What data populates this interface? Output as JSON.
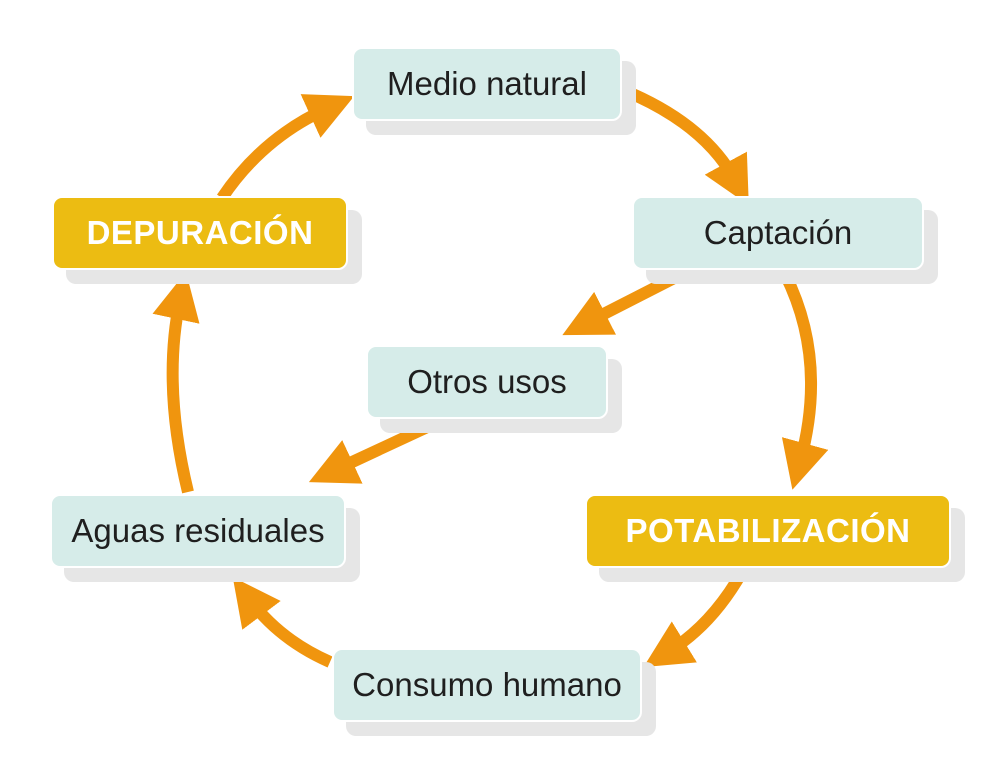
{
  "diagram": {
    "colors": {
      "arrow": "#f0950e",
      "node_fill": "#d6ece9",
      "process_fill": "#ecbc12",
      "shadow": "#e6e6e6"
    },
    "nodes": {
      "medio_natural": "Medio natural",
      "captacion": "Captación",
      "otros_usos": "Otros usos",
      "depuracion": "DEPURACIÓN",
      "aguas_residuales": "Aguas residuales",
      "potabilizacion": "POTABILIZACIÓN",
      "consumo_humano": "Consumo humano"
    },
    "flows": [
      {
        "from": "medio_natural",
        "to": "captacion"
      },
      {
        "from": "captacion",
        "to": "otros_usos"
      },
      {
        "from": "captacion",
        "to": "potabilizacion"
      },
      {
        "from": "potabilizacion",
        "to": "consumo_humano"
      },
      {
        "from": "consumo_humano",
        "to": "aguas_residuales"
      },
      {
        "from": "otros_usos",
        "to": "aguas_residuales"
      },
      {
        "from": "aguas_residuales",
        "to": "depuracion"
      },
      {
        "from": "depuracion",
        "to": "medio_natural"
      }
    ]
  }
}
